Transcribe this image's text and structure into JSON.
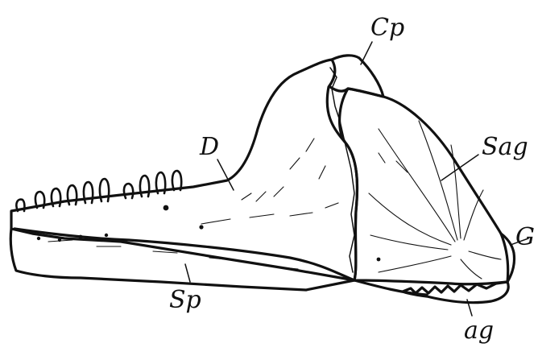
{
  "figure": {
    "labels": {
      "cp": "Cp",
      "d": "D",
      "sag": "Sag",
      "g": "G",
      "sp": "Sp",
      "ag": "ag"
    }
  },
  "style": {
    "ink": "#111111",
    "paper": "#ffffff"
  }
}
